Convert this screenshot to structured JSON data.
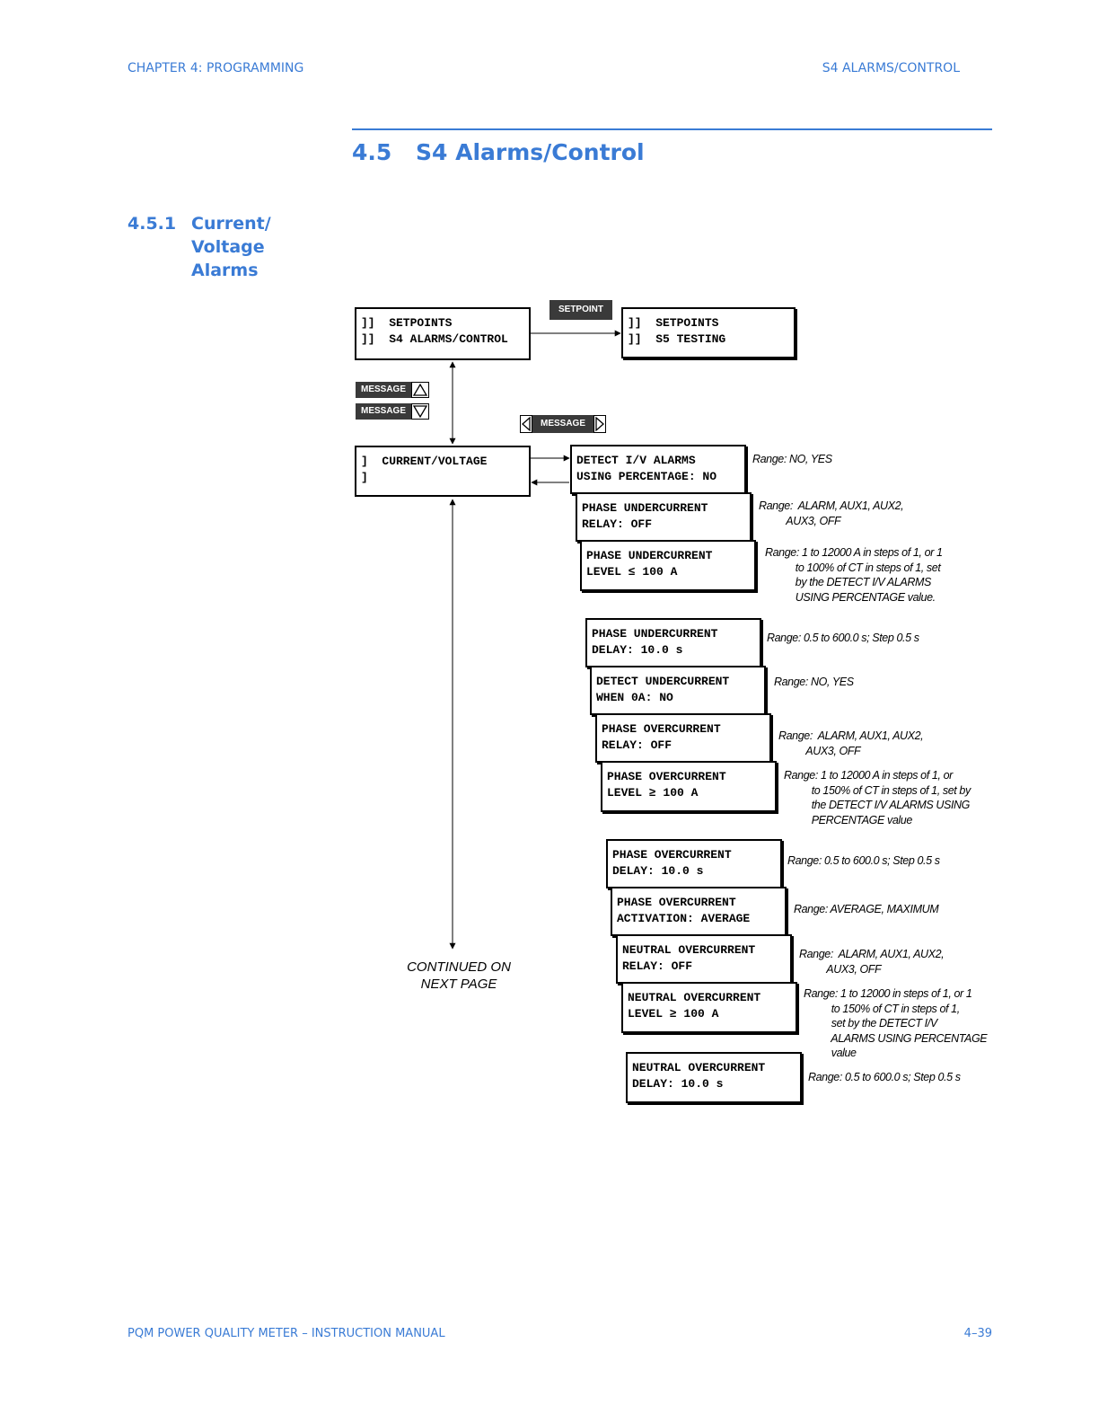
{
  "header": {
    "chapter": "CHAPTER 4: PROGRAMMING",
    "section": "S4 ALARMS/CONTROL"
  },
  "section": {
    "number": "4.5",
    "title": "S4 Alarms/Control"
  },
  "subsection": {
    "number": "4.5.1",
    "title_lines": [
      "Current/",
      "Voltage",
      "Alarms"
    ]
  },
  "keys": {
    "setpoint": "SETPOINT",
    "message_up": "MESSAGE",
    "message_down": "MESSAGE",
    "message_lr": "MESSAGE"
  },
  "menu": {
    "setpoints_s4": [
      "]]  SETPOINTS",
      "]]  S4 ALARMS/CONTROL"
    ],
    "setpoints_s5": [
      "]]  SETPOINTS",
      "]]  S5 TESTING"
    ],
    "current_voltage": [
      "]  CURRENT/VOLTAGE",
      "]"
    ]
  },
  "settings": [
    {
      "lines": [
        "DETECT I/V ALARMS",
        "USING PERCENTAGE: NO"
      ],
      "range": "Range: NO, YES"
    },
    {
      "lines": [
        "PHASE UNDERCURRENT",
        "RELAY: OFF"
      ],
      "range": "Range:  ALARM, AUX1, AUX2,\n          AUX3, OFF"
    },
    {
      "lines": [
        "PHASE UNDERCURRENT",
        "LEVEL ≤ 100 A"
      ],
      "range": "Range: 1 to 12000 A in steps of 1, or 1\n           to 100% of CT in steps of 1, set\n           by the DETECT I/V ALARMS\n           USING PERCENTAGE value."
    },
    {
      "lines": [
        "PHASE UNDERCURRENT",
        "DELAY: 10.0 s"
      ],
      "range": "Range: 0.5 to 600.0 s; Step 0.5 s"
    },
    {
      "lines": [
        "DETECT UNDERCURRENT",
        "WHEN 0A: NO"
      ],
      "range": "Range: NO, YES"
    },
    {
      "lines": [
        "PHASE OVERCURRENT",
        "RELAY: OFF"
      ],
      "range": "Range:  ALARM, AUX1, AUX2,\n          AUX3, OFF"
    },
    {
      "lines": [
        "PHASE OVERCURRENT",
        "LEVEL ≥ 100 A"
      ],
      "range": "Range: 1 to 12000 A in steps of 1, or\n          to 150% of CT in steps of 1, set by\n          the DETECT I/V ALARMS USING\n          PERCENTAGE value"
    },
    {
      "lines": [
        "PHASE OVERCURRENT",
        "DELAY: 10.0 s"
      ],
      "range": "Range: 0.5 to 600.0 s; Step 0.5 s"
    },
    {
      "lines": [
        "PHASE OVERCURRENT",
        "ACTIVATION: AVERAGE"
      ],
      "range": "Range: AVERAGE, MAXIMUM"
    },
    {
      "lines": [
        "NEUTRAL OVERCURRENT",
        "RELAY: OFF"
      ],
      "range": "Range:  ALARM, AUX1, AUX2,\n          AUX3, OFF"
    },
    {
      "lines": [
        "NEUTRAL OVERCURRENT",
        "LEVEL ≥ 100 A"
      ],
      "range": "Range: 1 to 12000 in steps of 1, or 1\n          to 150% of CT in steps of 1,\n          set by the DETECT I/V\n          ALARMS USING PERCENTAGE\n          value"
    },
    {
      "lines": [
        "NEUTRAL OVERCURRENT",
        "DELAY: 10.0 s"
      ],
      "range": "Range: 0.5 to 600.0 s; Step 0.5 s"
    }
  ],
  "continued": [
    "CONTINUED ON",
    "NEXT PAGE"
  ],
  "footer": {
    "manual": "PQM POWER QUALITY METER – INSTRUCTION MANUAL",
    "page": "4–39"
  }
}
